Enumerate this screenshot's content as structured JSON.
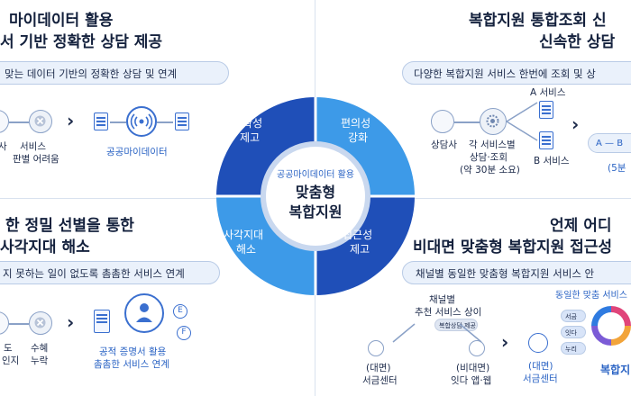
{
  "center": {
    "subtitle": "공공마이데이터 활용",
    "title_line1": "맞춤형",
    "title_line2": "복합지원",
    "seg_tl_1": "정확성",
    "seg_tl_2": "제고",
    "seg_tr_1": "편의성",
    "seg_tr_2": "강화",
    "seg_bl_1": "사각지대",
    "seg_bl_2": "해소",
    "seg_br_1": "접근성",
    "seg_br_2": "제고"
  },
  "tl": {
    "title1": "마이데이터 활용",
    "title2": "서 기반 정확한 상담 제공",
    "pill": "맞는 데이터 기반의 정확한 상담 및 연계",
    "item1": "사",
    "item2a": "서비스",
    "item2b": "판별 어려움",
    "item3": "공공마이데이터"
  },
  "tr": {
    "title1": "복합지원 통합조회 신",
    "title2": "신속한 상담",
    "pill": "다양한 복합지원 서비스 한번에 조회 및 상",
    "counselor": "상담사",
    "each_service_1": "각 서비스별",
    "each_service_2": "상담·조회",
    "each_service_3": "(약 30분 소요)",
    "service_a": "A 서비스",
    "service_b": "B 서비스",
    "ab_label": "A — B",
    "five_min": "(5분"
  },
  "bl": {
    "title1": "한 정밀 선별을 통한",
    "title2": "사각지대 해소",
    "pill": "지 못하는 일이 없도록 촘촘한 서비스 연계",
    "item1a": "도",
    "item1b": "인지",
    "item2a": "수혜",
    "item2b": "누락",
    "item3a": "공적 증명서 활용",
    "item3b": "촘촘한 서비스 연계"
  },
  "br": {
    "title1": "언제 어디",
    "title2": "비대면 맞춤형 복합지원 접근성",
    "pill": "채널별 동일한 맞춤형 복합지원 서비스 안",
    "recommend_1": "채널별",
    "recommend_2": "추천 서비스 상이",
    "tag": "복합상담 제공",
    "face_1": "(대면)",
    "face_2": "서금센터",
    "nonface_1": "(비대면)",
    "nonface_2": "잇다 앱·웹",
    "face2_1": "(대면)",
    "face2_2": "서금센터",
    "same_service": "동일한 맞춤 서비스",
    "combo": "복합지",
    "chip1": "서금",
    "chip2": "잇다",
    "chip3": "누리"
  },
  "colors": {
    "ring_dark": "#1f4fb8",
    "ring_light": "#3d9ae8",
    "pill_bg": "#eaf1fb",
    "accent": "#2a63c4"
  }
}
